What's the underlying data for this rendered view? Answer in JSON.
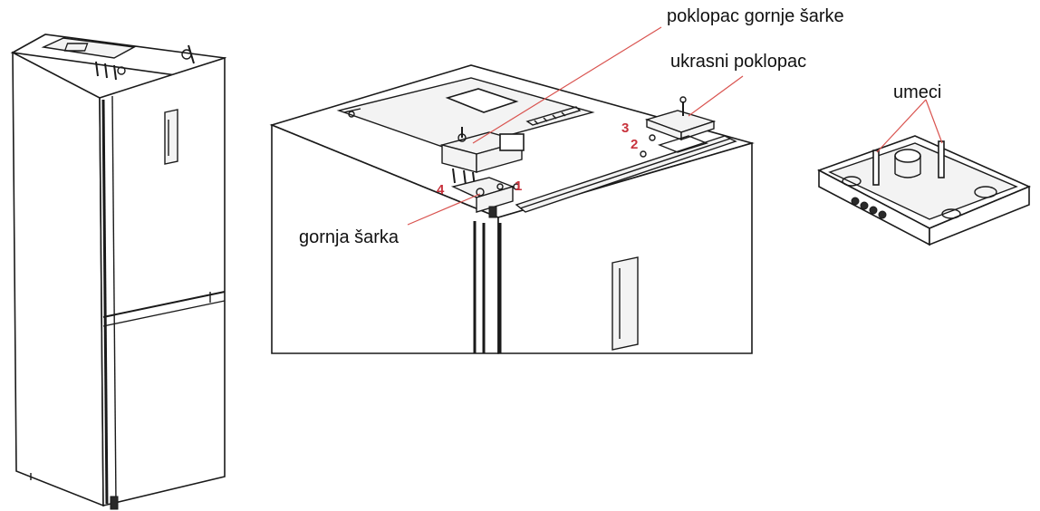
{
  "labels": {
    "top_hinge_cover": "poklopac gornje šarke",
    "decorative_cover": "ukrasni poklopac",
    "inserts": "umeci",
    "top_hinge": "gornja šarka"
  },
  "step_numbers": {
    "one": "1",
    "two": "2",
    "three": "3",
    "four": "4"
  },
  "colors": {
    "leader_line": "#d9534f",
    "step_number": "#c8323c",
    "line_art": "#1a1a1a"
  }
}
